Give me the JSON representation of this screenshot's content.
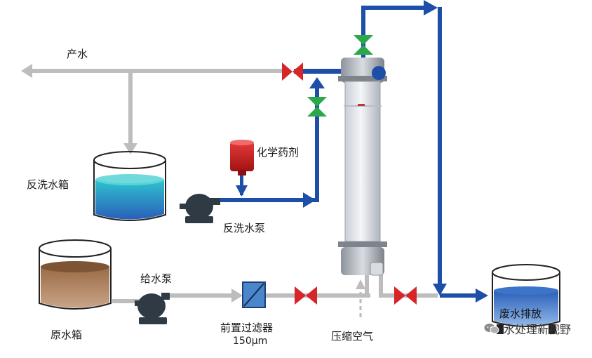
{
  "labels": {
    "product_water": "产水",
    "chemical": "化学药剂",
    "backwash_tank": "反洗水箱",
    "backwash_pump": "反洗水泵",
    "raw_tank": "原水箱",
    "feed_pump": "给水泵",
    "prefilter": "前置过滤器",
    "prefilter_size": "150μm",
    "compressed_air": "压缩空气",
    "waste_discharge": "废水排放"
  },
  "watermark": "水处理新视野",
  "colors": {
    "product_line": "#bdbdbd",
    "backwash_line": "#1d4fa8",
    "valve_red": "#d7262a",
    "valve_green": "#2aa84a",
    "pump": "#2f3a44"
  }
}
